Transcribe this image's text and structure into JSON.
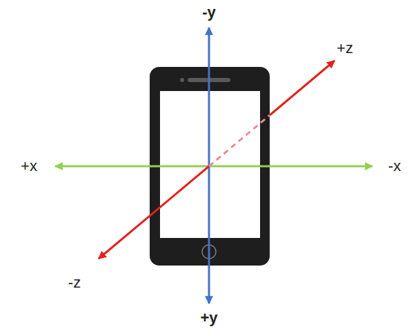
{
  "diagram": {
    "labels": [
      "-y",
      "+z",
      "+x",
      "-x",
      "-z",
      "+y"
    ]
  }
}
